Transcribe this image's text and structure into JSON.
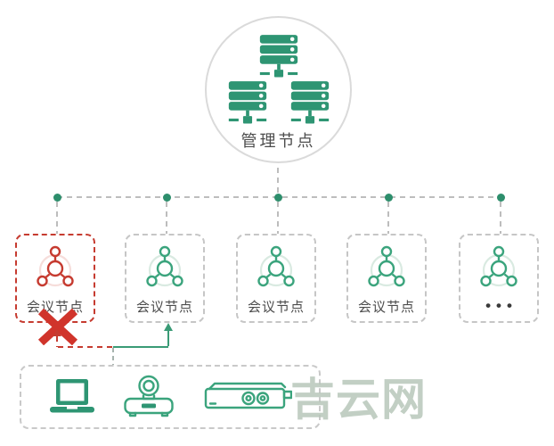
{
  "colors": {
    "green_fill": "#2e9573",
    "green_stroke": "#3ba47d",
    "green_line": "#3a9b76",
    "dot_green": "#2d8e6c",
    "red": "#c63b30",
    "red_x": "#d0342b",
    "gray_dash": "#bdbdbd",
    "text": "#4c4c4c",
    "watermark_color": "#b8c7ba",
    "circle_border": "#dadada"
  },
  "management_node": {
    "label": "管理节点",
    "icon": "server-stack-icon"
  },
  "conference_nodes": [
    {
      "label": "会议节点",
      "icon": "mesh-node-icon",
      "state": "failed"
    },
    {
      "label": "会议节点",
      "icon": "mesh-node-icon",
      "state": "normal"
    },
    {
      "label": "会议节点",
      "icon": "mesh-node-icon",
      "state": "normal"
    },
    {
      "label": "会议节点",
      "icon": "mesh-node-icon",
      "state": "normal"
    },
    {
      "label": "•••",
      "icon": "mesh-node-icon",
      "state": "more"
    }
  ],
  "endpoint_devices": {
    "icons": [
      "laptop-icon",
      "ptz-camera-icon",
      "video-bar-icon"
    ]
  },
  "watermark": "吉云网"
}
